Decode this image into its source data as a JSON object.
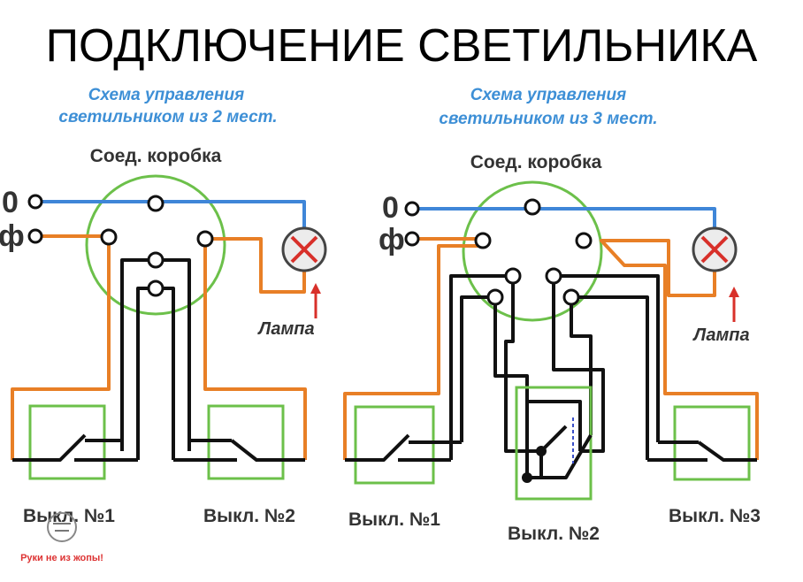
{
  "title": "ПОДКЛЮЧЕНИЕ СВЕТИЛЬНИКА",
  "left": {
    "caption_line1": "Схема управления",
    "caption_line2": "светильником из 2 мест.",
    "junction_box": "Соед. коробка",
    "neutral": "0",
    "phase": "ф",
    "lamp": "Лампа",
    "switch1": "Выкл. №1",
    "switch2": "Выкл. №2"
  },
  "right": {
    "caption_line1": "Схема управления",
    "caption_line2": "светильником из 3 мест.",
    "junction_box": "Соед. коробка",
    "neutral": "0",
    "phase": "ф",
    "lamp": "Лампа",
    "switch1": "Выкл. №1",
    "switch2": "Выкл. №2",
    "switch3": "Выкл. №3"
  },
  "watermark": "Руки не из жопы!",
  "colors": {
    "neutral_wire": "#3f86d8",
    "phase_wire": "#e87f26",
    "switch_wires": "#111111",
    "box_outline": "#6cc04a",
    "caption": "#3d8fd6",
    "lamp_cross": "#d8302a"
  }
}
